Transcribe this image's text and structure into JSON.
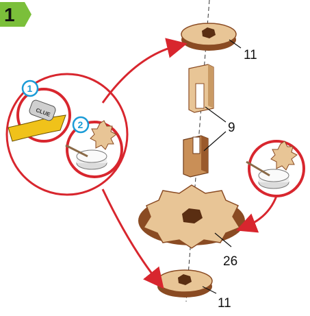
{
  "step": {
    "number": "1"
  },
  "callouts": {
    "one": "1",
    "two": "2"
  },
  "glue_label": "CLUE",
  "parts": [
    {
      "id": "top-washer",
      "label": "11"
    },
    {
      "id": "spacers",
      "label": "9"
    },
    {
      "id": "gear",
      "label": "26"
    },
    {
      "id": "bottom-washer",
      "label": "11"
    }
  ],
  "colors": {
    "accent_red": "#d8262e",
    "step_green": "#7bbf3a",
    "callout_blue": "#1a9bd7",
    "wood_light": "#e8c596",
    "wood_dark": "#8a4b23"
  }
}
